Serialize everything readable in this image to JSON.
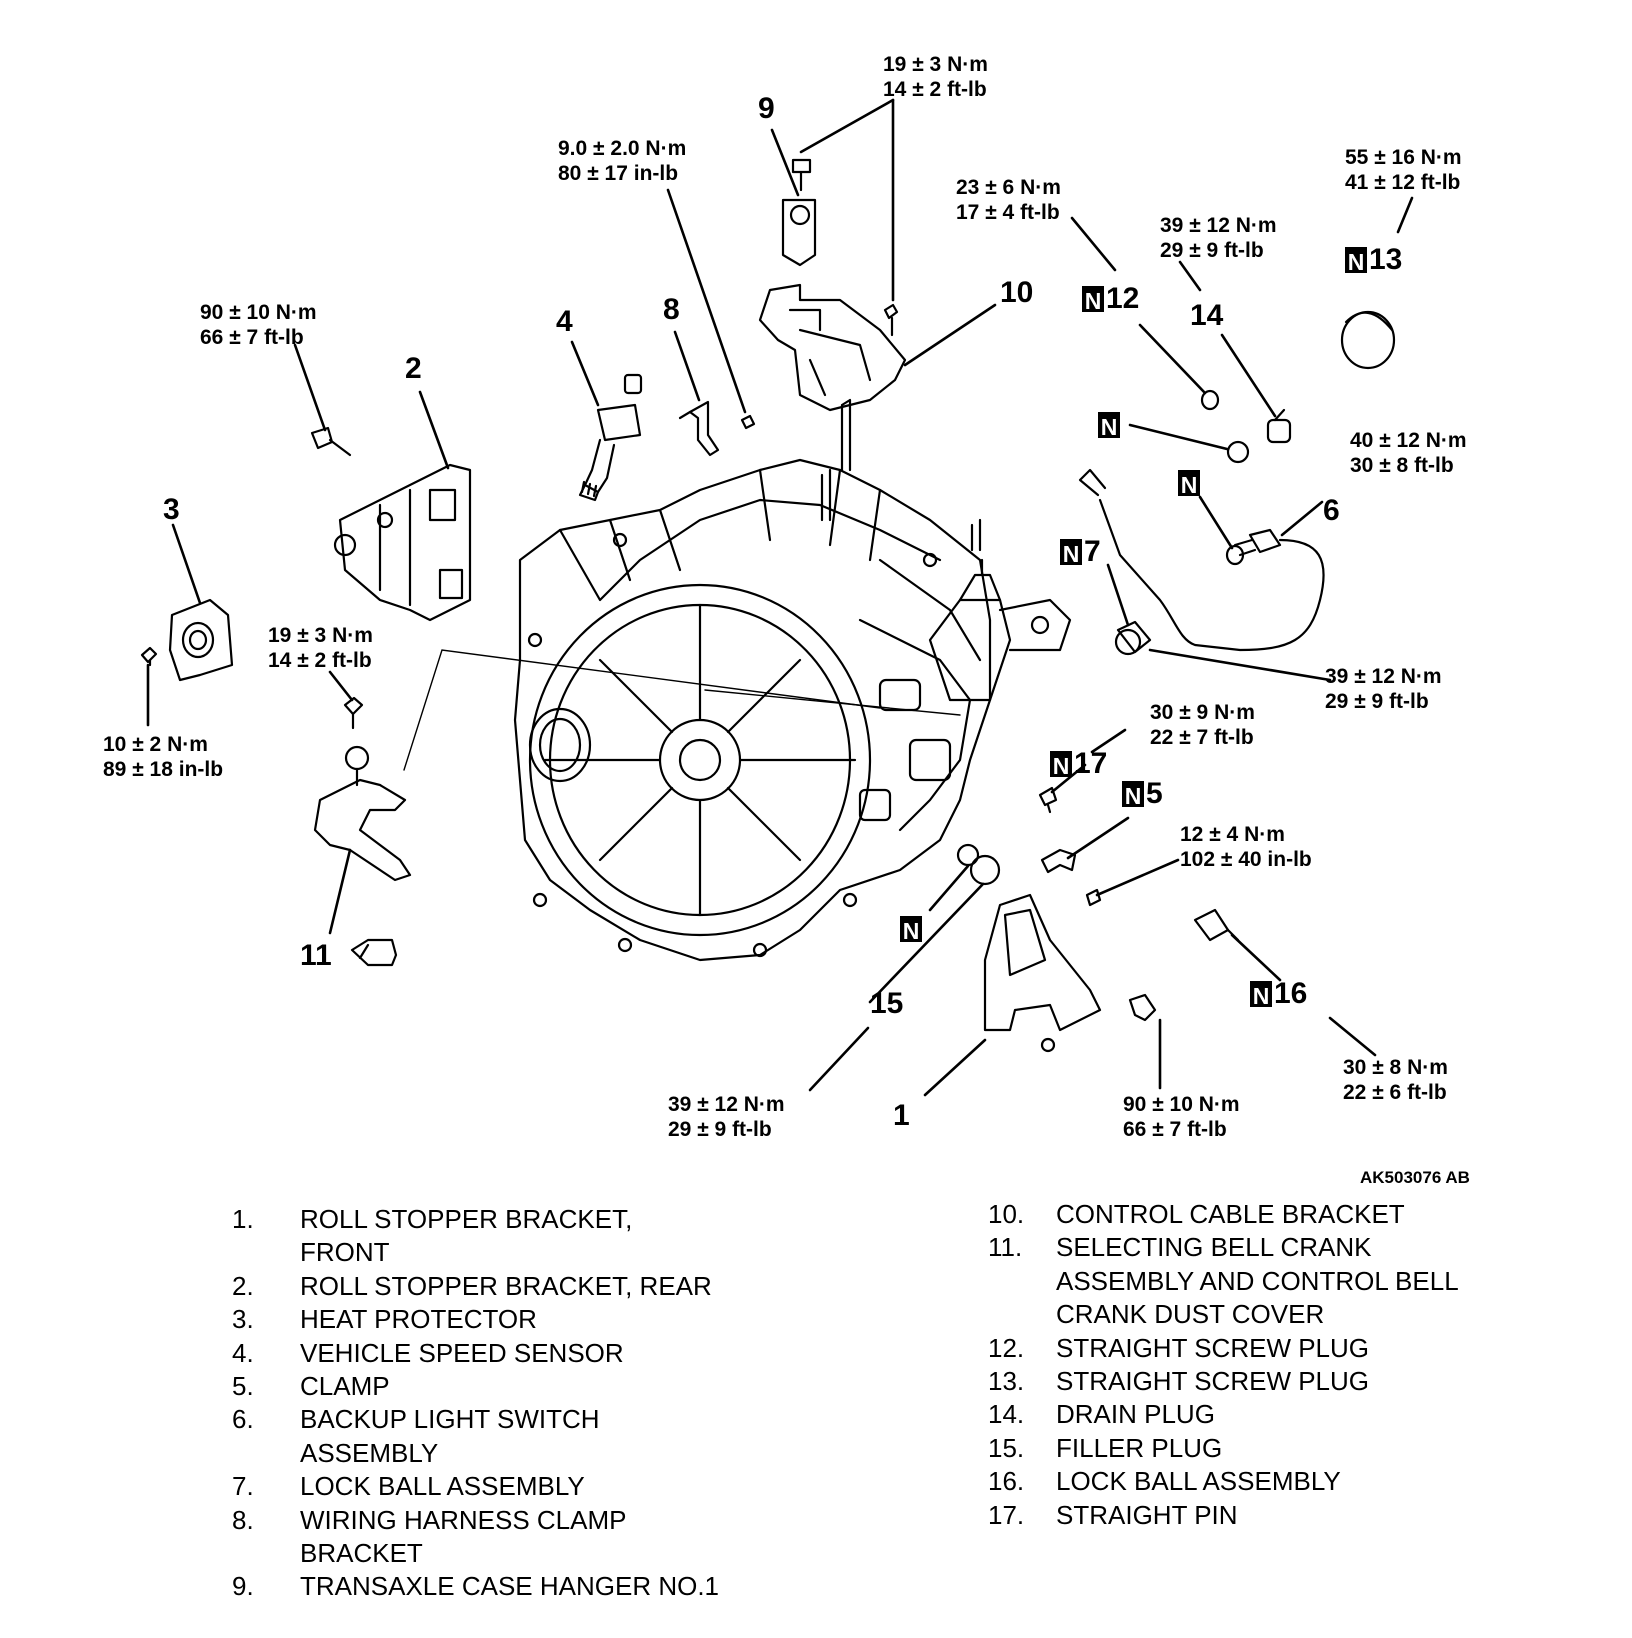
{
  "figure_id": "AK503076 AB",
  "callouts": {
    "c1": "1",
    "c2": "2",
    "c3": "3",
    "c4": "4",
    "c5": "5",
    "c6": "6",
    "c7": "7",
    "c8": "8",
    "c9": "9",
    "c10": "10",
    "c11": "11",
    "c12": "12",
    "c13": "13",
    "c14": "14",
    "c15": "15",
    "c16": "16",
    "c17": "17",
    "n_marker": "N"
  },
  "torques": {
    "t9_top": [
      "19 ± 3 N·m",
      "14 ± 2 ft-lb"
    ],
    "t8": [
      "9.0 ± 2.0 N·m",
      "80 ± 17 in-lb"
    ],
    "t12": [
      "23 ± 6 N·m",
      "17 ± 4 ft-lb"
    ],
    "t14": [
      "39 ± 12 N·m",
      "29 ± 9 ft-lb"
    ],
    "t13": [
      "55 ± 16 N·m",
      "41 ± 12 ft-lb"
    ],
    "t2": [
      "90 ± 10 N·m",
      "66 ± 7 ft-lb"
    ],
    "t6": [
      "40 ± 12 N·m",
      "30 ± 8 ft-lb"
    ],
    "t11": [
      "19 ± 3 N·m",
      "14 ± 2 ft-lb"
    ],
    "t3": [
      "10 ± 2 N·m",
      "89 ± 18 in-lb"
    ],
    "t7": [
      "39 ± 12 N·m",
      "29 ± 9 ft-lb"
    ],
    "t17": [
      "30 ± 9 N·m",
      "22 ± 7 ft-lb"
    ],
    "t5": [
      "12 ± 4 N·m",
      "102 ± 40 in-lb"
    ],
    "t16": [
      "30 ± 8 N·m",
      "22 ± 6 ft-lb"
    ],
    "t15": [
      "39 ± 12 N·m",
      "29 ± 9 ft-lb"
    ],
    "t1": [
      "90 ± 10 N·m",
      "66 ± 7 ft-lb"
    ]
  },
  "legend_left": [
    {
      "num": "1.",
      "text": "ROLL STOPPER BRACKET,"
    },
    {
      "num": "",
      "text": "FRONT"
    },
    {
      "num": "2.",
      "text": "ROLL STOPPER BRACKET, REAR"
    },
    {
      "num": "3.",
      "text": "HEAT PROTECTOR"
    },
    {
      "num": "4.",
      "text": "VEHICLE SPEED SENSOR"
    },
    {
      "num": "5.",
      "text": "CLAMP"
    },
    {
      "num": "6.",
      "text": "BACKUP LIGHT SWITCH"
    },
    {
      "num": "",
      "text": "ASSEMBLY"
    },
    {
      "num": "7.",
      "text": "LOCK BALL ASSEMBLY"
    },
    {
      "num": "8.",
      "text": "WIRING HARNESS CLAMP"
    },
    {
      "num": "",
      "text": "BRACKET"
    },
    {
      "num": "9.",
      "text": "TRANSAXLE CASE HANGER NO.1"
    }
  ],
  "legend_right": [
    {
      "num": "10.",
      "text": "CONTROL CABLE BRACKET"
    },
    {
      "num": "11.",
      "text": "SELECTING BELL CRANK"
    },
    {
      "num": "",
      "text": "ASSEMBLY AND CONTROL BELL"
    },
    {
      "num": "",
      "text": "CRANK DUST COVER"
    },
    {
      "num": "12.",
      "text": "STRAIGHT SCREW PLUG"
    },
    {
      "num": "13.",
      "text": "STRAIGHT SCREW PLUG"
    },
    {
      "num": "14.",
      "text": "DRAIN PLUG"
    },
    {
      "num": "15.",
      "text": "FILLER PLUG"
    },
    {
      "num": "16.",
      "text": "LOCK BALL ASSEMBLY"
    },
    {
      "num": "17.",
      "text": "STRAIGHT PIN"
    }
  ]
}
